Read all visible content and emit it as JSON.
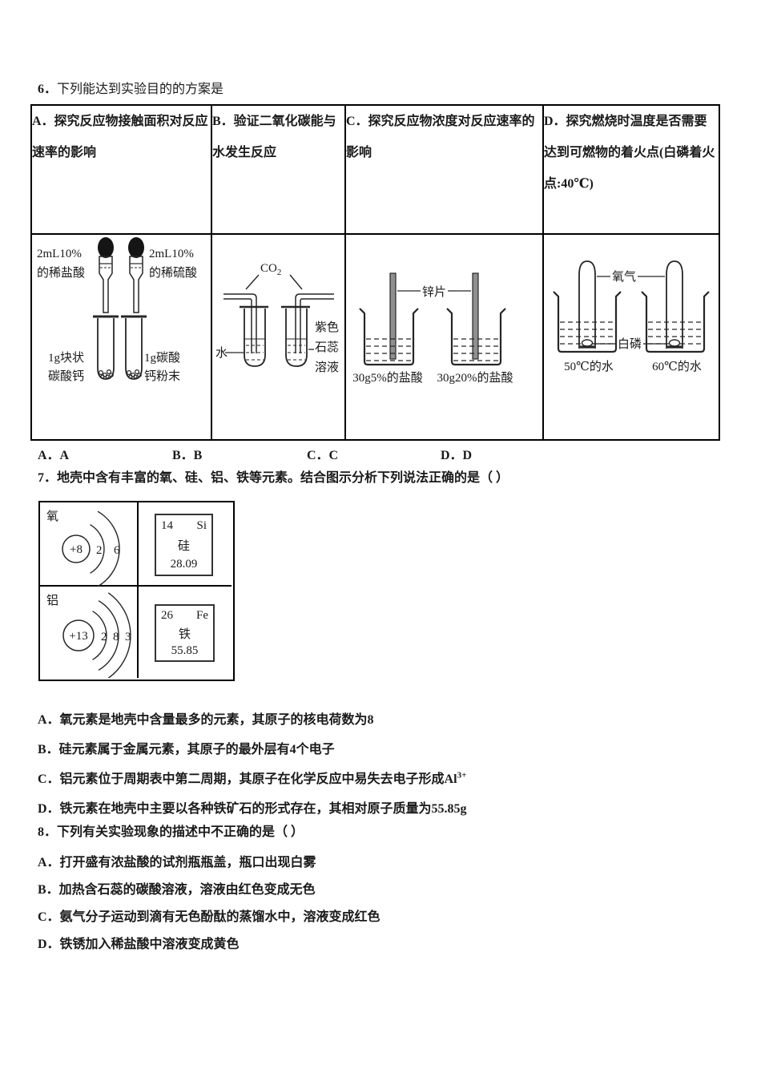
{
  "q6": {
    "number": "6．",
    "text": "下列能达到实验目的的方案是",
    "headers": [
      "A．探究反应物接触面积对反应速率的影响",
      "B．验证二氧化碳能与水发生反应",
      "C．探究反应物浓度对反应速率的影响",
      "D．探究燃烧时温度是否需要达到可燃物的着火点(白磷着火点:40℃)"
    ],
    "diagram_a": {
      "acid_left": [
        "2mL10%",
        "的稀盐酸"
      ],
      "acid_right": [
        "2mL10%",
        "的稀硫酸"
      ],
      "solid_left": [
        "1g块状",
        "碳酸钙"
      ],
      "solid_right": [
        "1g碳酸",
        "钙粉末"
      ]
    },
    "diagram_b": {
      "gas_formula": "CO",
      "gas_subscript": "2",
      "water_label": "水",
      "litmus_label": [
        "紫色",
        "石蕊",
        "溶液"
      ]
    },
    "diagram_c": {
      "zinc_label": "锌片",
      "beaker_left": "30g5%的盐酸",
      "beaker_right": "30g20%的盐酸"
    },
    "diagram_d": {
      "gas_label": "氧气",
      "phosphorus_label": "白磷",
      "beaker_left": "50℃的水",
      "beaker_right": "60℃的水"
    },
    "answers": [
      "A．A",
      "B．B",
      "C．C",
      "D．D"
    ]
  },
  "q7": {
    "number": "7．",
    "text": "地壳中含有丰富的氧、硅、铝、铁等元素。结合图示分析下列说法正确的是（ ）",
    "figure": {
      "oxygen": {
        "label": "氧",
        "nucleus": "+8",
        "shells": [
          "2",
          "6"
        ]
      },
      "silicon": {
        "number": "14",
        "symbol": "Si",
        "name": "硅",
        "mass": "28.09"
      },
      "aluminum": {
        "label": "铝",
        "nucleus": "+13",
        "shells": [
          "2",
          "8",
          "3"
        ]
      },
      "iron": {
        "number": "26",
        "symbol": "Fe",
        "name": "铁",
        "mass": "55.85"
      }
    },
    "options": [
      {
        "text": "A．氧元素是地壳中含量最多的元素，其原子的核电荷数为8",
        "sup": ""
      },
      {
        "text": "B．硅元素属于金属元素，其原子的最外层有4个电子",
        "sup": ""
      },
      {
        "text": "C．铝元素位于周期表中第二周期，其原子在化学反应中易失去电子形成Al",
        "sup": "3+"
      },
      {
        "text": "D．铁元素在地壳中主要以各种铁矿石的形式存在，其相对原子质量为55.85g",
        "sup": ""
      }
    ]
  },
  "q8": {
    "number": "8．",
    "text": "下列有关实验现象的描述中不正确的是（ ）",
    "options": [
      "A．打开盛有浓盐酸的试剂瓶瓶盖，瓶口出现白雾",
      "B．加热含石蕊的碳酸溶液，溶液由红色变成无色",
      "C．氨气分子运动到滴有无色酚酞的蒸馏水中，溶液变成红色",
      "D．铁锈加入稀盐酸中溶液变成黄色"
    ]
  }
}
